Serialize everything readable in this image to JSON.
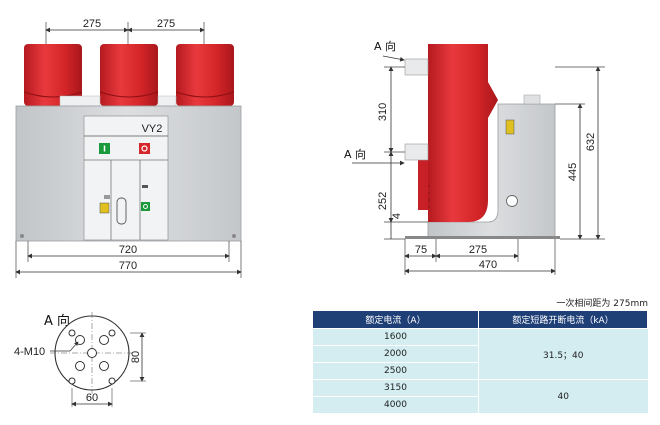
{
  "front_view": {
    "dims": {
      "d275_left": "275",
      "d275_right": "275",
      "d720": "720",
      "d770": "770"
    },
    "model": "VY2"
  },
  "side_view": {
    "view_a_top": "A 向",
    "view_a_mid": "A 向",
    "dims": {
      "d310": "310",
      "d252": "252",
      "d4": "4",
      "d445": "445",
      "d632": "632",
      "d75": "75",
      "d275": "275",
      "d470": "470"
    }
  },
  "view_a": {
    "title": "A 向",
    "bolt_label": "4-M10",
    "dims": {
      "d80": "80",
      "d60": "60"
    }
  },
  "spacing_note": "一次相间距为 275mm",
  "spec_table": {
    "headers": [
      "额定电流（A）",
      "额定短路开断电流（kA）"
    ],
    "currents": [
      "1600",
      "2000",
      "2500",
      "3150",
      "4000"
    ],
    "breaking_group1": "31.5；40",
    "breaking_group2": "40"
  },
  "colors": {
    "insulator_red": "#d8262b",
    "panel_grey": "#cfd1d3",
    "dim_line": "#333333",
    "table_header": "#1f3f77",
    "table_cell": "#d3edf1"
  }
}
